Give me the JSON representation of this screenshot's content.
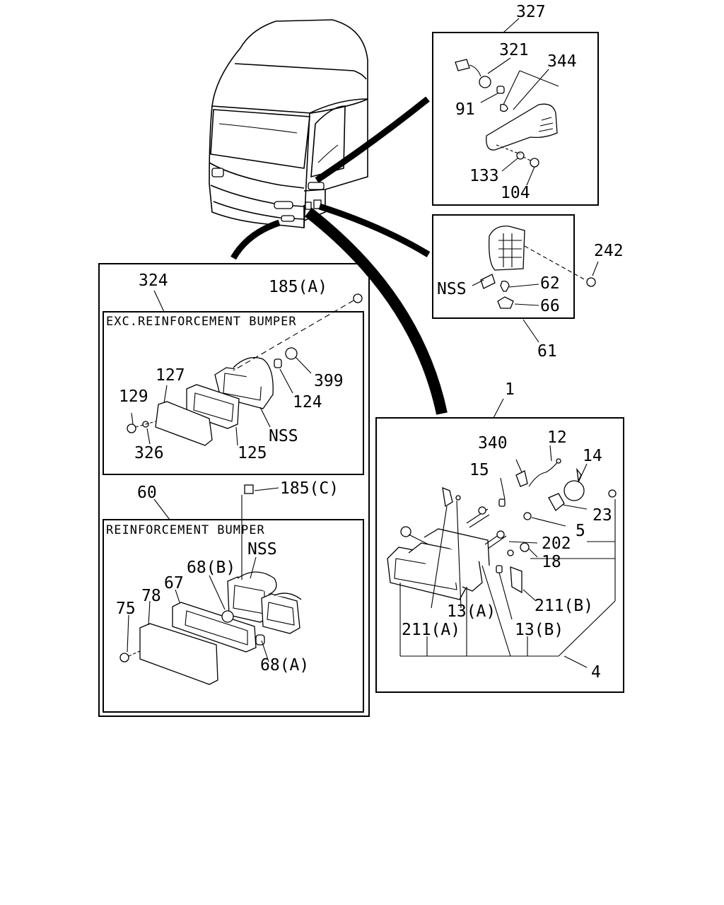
{
  "diagram": {
    "captions": {
      "exc_reinforcement_bumper": "EXC.REINFORCEMENT BUMPER",
      "reinforcement_bumper": "REINFORCEMENT BUMPER"
    },
    "callouts": {
      "c327": "327",
      "c321": "321",
      "c344": "344",
      "c91": "91",
      "c133": "133",
      "c104": "104",
      "c242": "242",
      "c62": "62",
      "c66": "66",
      "c61": "61",
      "nss_side": "NSS",
      "c324": "324",
      "c185a": "185(A)",
      "c399": "399",
      "c124": "124",
      "c127": "127",
      "c129": "129",
      "c326": "326",
      "c125": "125",
      "nss_front": "NSS",
      "c60": "60",
      "c185c": "185(C)",
      "nss_bumper": "NSS",
      "c68b": "68(B)",
      "c67": "67",
      "c75": "75",
      "c78": "78",
      "c68a": "68(A)",
      "c1": "1",
      "c340": "340",
      "c12": "12",
      "c14": "14",
      "c15": "15",
      "c23": "23",
      "c5": "5",
      "c202": "202",
      "c18": "18",
      "c13a": "13(A)",
      "c211b": "211(B)",
      "c211a": "211(A)",
      "c13b": "13(B)",
      "c4": "4"
    }
  }
}
